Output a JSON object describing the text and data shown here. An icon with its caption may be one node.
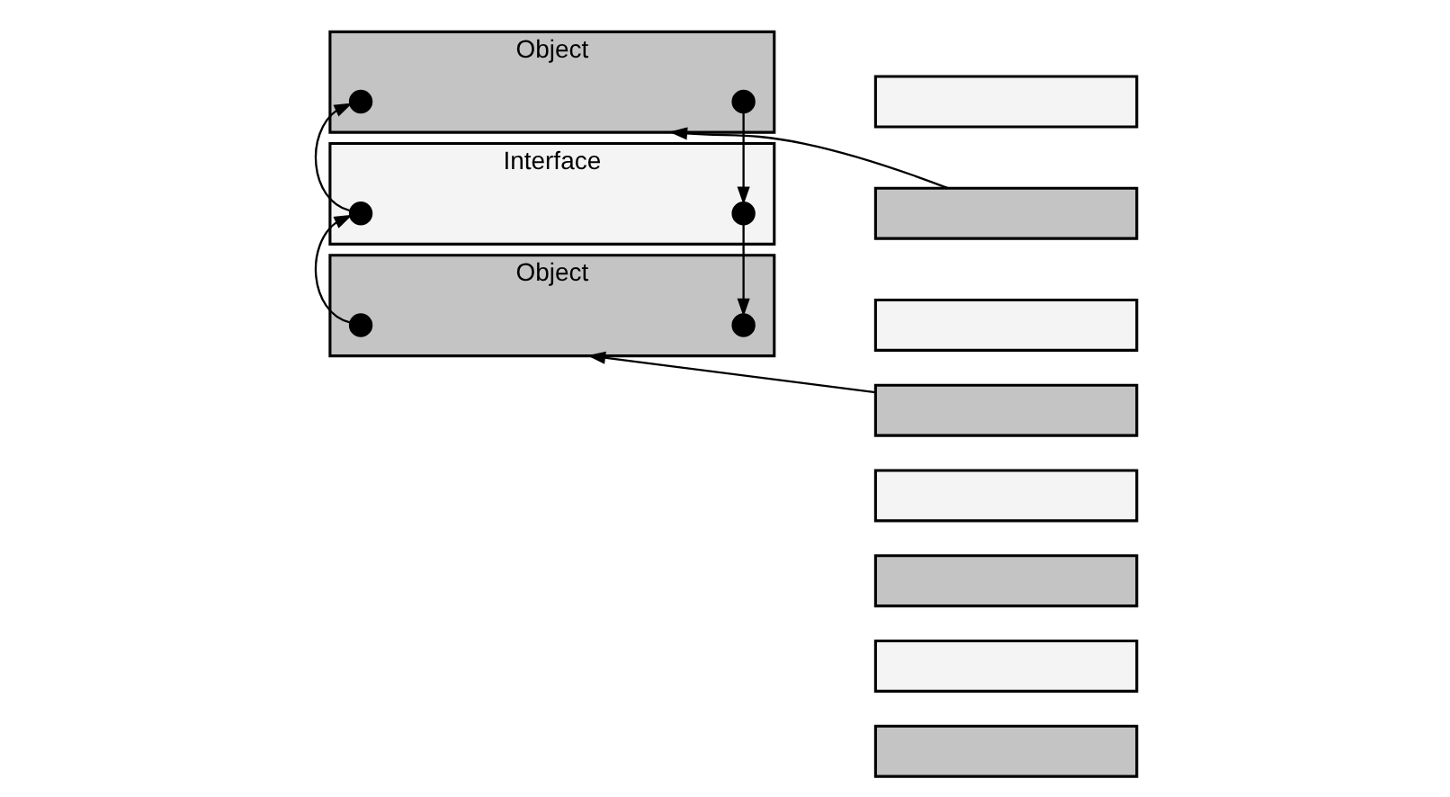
{
  "diagram": {
    "nodes": [
      {
        "text": [
          "Object"
        ]
      },
      {
        "text": [],
        "shape": "circle",
        "in": 0
      },
      {
        "text": [],
        "shape": "circle",
        "in": 0
      },
      {
        "text": [
          "Interface"
        ]
      },
      {
        "text": [],
        "shape": "circle",
        "in": 3
      },
      {
        "text": [],
        "shape": "circle",
        "in": 3
      },
      {
        "text": [
          "Object"
        ]
      },
      {
        "text": [],
        "shape": "circle",
        "in": 6
      },
      {
        "text": [],
        "shape": "circle",
        "in": 6
      },
      {
        "text": [],
        "shape": "bar"
      },
      {
        "text": [],
        "shape": "bar"
      },
      {
        "text": [],
        "shape": "bar"
      },
      {
        "text": [],
        "shape": "bar"
      },
      {
        "text": [],
        "shape": "bar"
      },
      {
        "text": [],
        "shape": "bar"
      },
      {
        "text": [],
        "shape": "bar"
      },
      {
        "text": [],
        "shape": "bar"
      }
    ],
    "edges": [
      {
        "from": 2,
        "to": 5,
        "arrow": "to"
      },
      {
        "from": 5,
        "to": 8,
        "arrow": "to"
      },
      {
        "from": 7,
        "to": 4,
        "arrow": "to"
      },
      {
        "from": 4,
        "to": 1,
        "arrow": "to"
      },
      {
        "from": 10,
        "to": 0,
        "arrow": "to"
      },
      {
        "from": 12,
        "to": 6,
        "arrow": "to"
      }
    ]
  }
}
